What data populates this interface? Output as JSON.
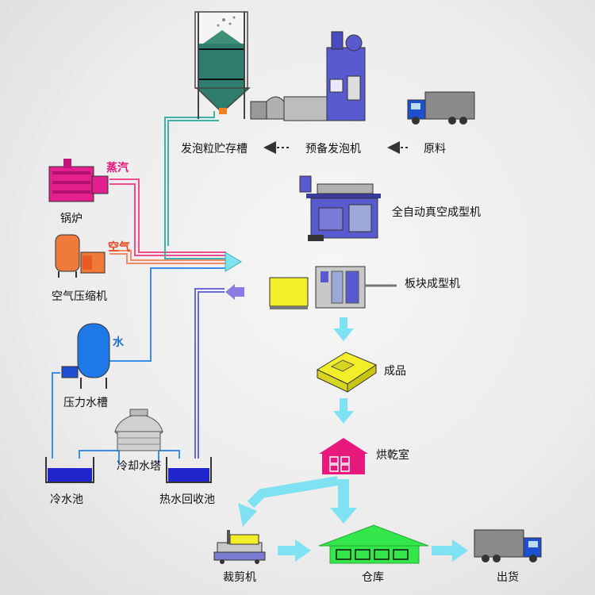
{
  "labels": {
    "foam_silo": "发泡粒贮存槽",
    "pre_expander": "预备发泡机",
    "raw_material": "原料",
    "auto_vacuum_molding": "全自动真空成型机",
    "boiler": "锅炉",
    "steam": "蒸汽",
    "air": "空气",
    "air_compressor": "空气压缩机",
    "water": "水",
    "block_molding": "板块成型机",
    "pressure_tank": "压力水槽",
    "finished_product": "成品",
    "drying_room": "烘乾室",
    "cooling_tower": "冷却水塔",
    "cold_pool": "冷水池",
    "hot_pool": "热水回收池",
    "cutting_machine": "裁剪机",
    "warehouse": "仓库",
    "shipping": "出货"
  },
  "colors": {
    "steam_line": "#ee4d8c",
    "air_line": "#f08a6a",
    "water_line": "#3b8ee8",
    "return_line": "#6a6ad8",
    "foam_line": "#3fb0a8",
    "flow_arrow": "#7fe2f2",
    "product_yellow": "#f2ef2a",
    "drying_room_magenta": "#e8197c",
    "warehouse_green": "#33e64a",
    "boiler_magenta": "#e21f8c",
    "compressor_orange": "#f07a3a",
    "tank_blue": "#1e78e8",
    "pool_blue": "#2224cc",
    "silo_teal": "#2e7d6e",
    "machine_purple": "#5a5ad0"
  }
}
